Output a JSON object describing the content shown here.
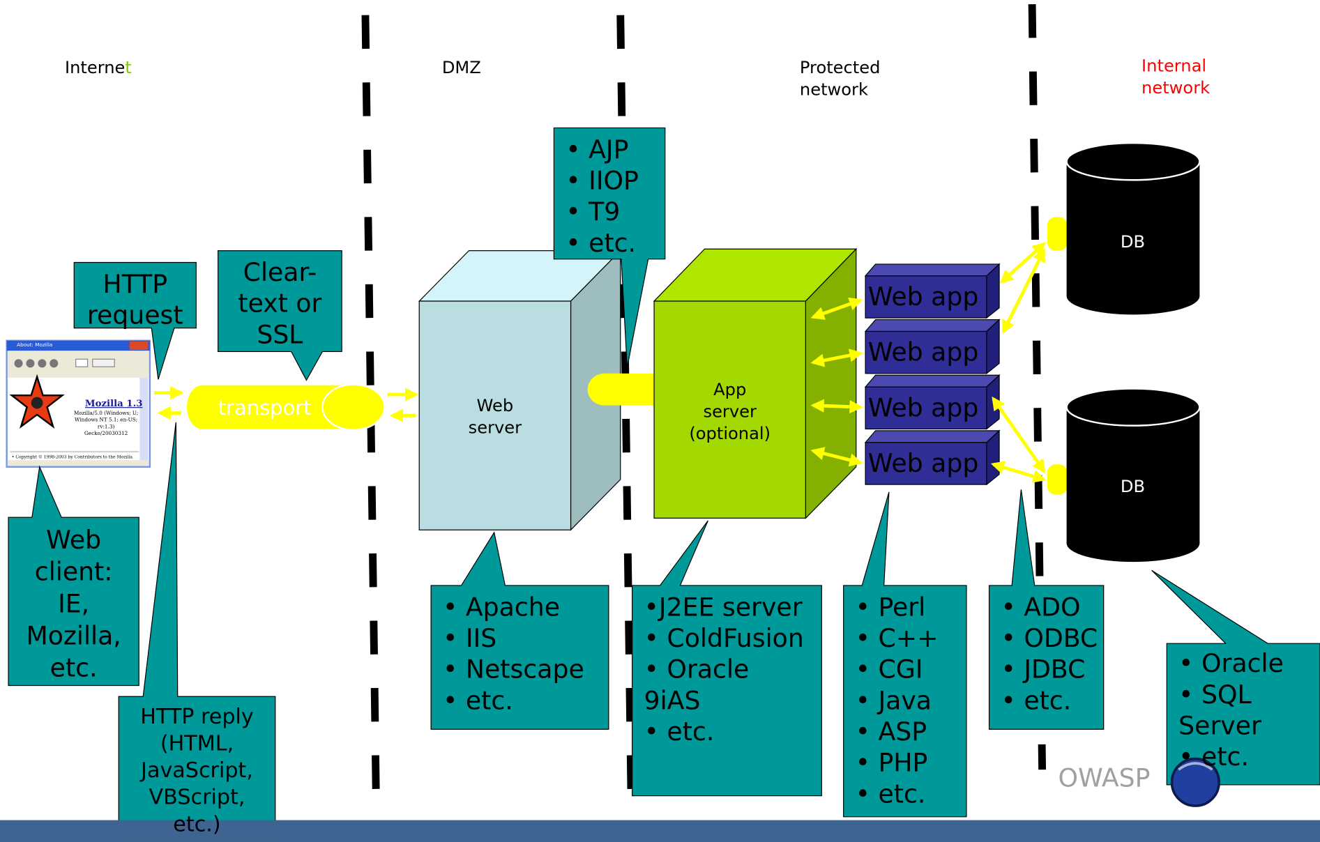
{
  "zones": {
    "internet": {
      "main": "Interne",
      "accent": "t",
      "accent_color": "#8ac600"
    },
    "dmz": "DMZ",
    "protected": "Protected\nnetwork",
    "internal": "Internal\nnetwork",
    "internal_color": "#ff0000"
  },
  "browser": {
    "title": "About: Mozilla",
    "product": "Mozilla 1.3",
    "ua": "Mozilla/5.0 (Windows; U;\nWindows NT 5.1; en-US; rv:1.3)\nGecko/20030312",
    "footer": "• Copyright © 1998-2003 by Contributors to the Mozilla"
  },
  "callouts": {
    "http_request": "HTTP\nrequest",
    "cleartext": "Clear-\ntext or\nSSL",
    "protocols": "• AJP\n• IIOP\n• T9\n• etc.",
    "web_client": "Web\nclient:\nIE,\nMozilla,\netc.",
    "http_reply": "HTTP reply\n(HTML,\nJavaScript,\nVBScript,\netc.)",
    "web_servers": "• Apache\n• IIS\n• Netscape\n• etc.",
    "app_servers": "•J2EE server\n• ColdFusion\n• Oracle\n9iAS\n• etc.",
    "languages": "• Perl\n• C++\n• CGI\n• Java\n• ASP\n• PHP\n• etc.",
    "db_apis": "• ADO\n• ODBC\n• JDBC\n• etc.",
    "databases": "• Oracle\n• SQL\nServer\n• etc."
  },
  "nodes": {
    "transport": "transport",
    "web_server": "Web\nserver",
    "app_server": "App\nserver\n(optional)",
    "web_apps": [
      "Web app",
      "Web app",
      "Web app",
      "Web app"
    ],
    "db_top": "DB",
    "db_bottom": "DB"
  },
  "footer": {
    "brand": "OWASP"
  },
  "colors": {
    "callout_fill": "#009999",
    "arrow_yellow": "#ffff00",
    "web_server_front": "#b9dde0",
    "web_server_side": "#9ebdbf",
    "web_server_top": "#d3f5f9",
    "app_server_front": "#a3d800",
    "app_server_side": "#84b000",
    "web_app_fill": "#2e2e96",
    "footer_bar": "#3e6491",
    "db_fill": "#000000"
  }
}
